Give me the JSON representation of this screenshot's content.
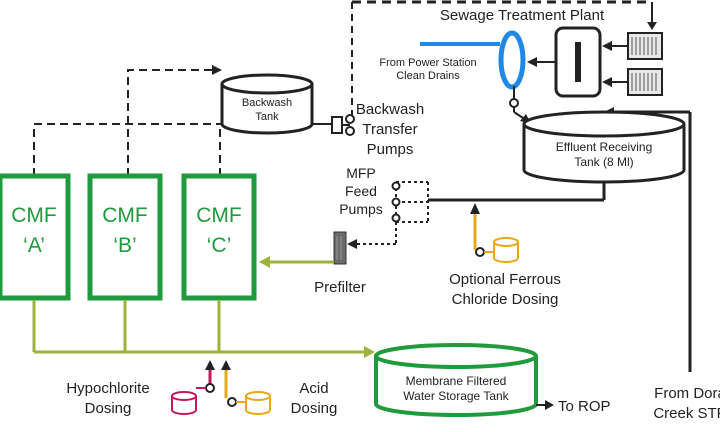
{
  "labels": {
    "sewage_treatment_plant": "Sewage Treatment Plant",
    "power_station_line1": "From Power Station",
    "power_station_line2": "Clean Drains",
    "backwash_tank_line1": "Backwash",
    "backwash_tank_line2": "Tank",
    "backwash_pumps_line1": "Backwash",
    "backwash_pumps_line2": "Transfer",
    "backwash_pumps_line3": "Pumps",
    "effluent_tank_line1": "Effluent Receiving",
    "effluent_tank_line2": "Tank (8 Ml)",
    "mfp_line1": "MFP",
    "mfp_line2": "Feed",
    "mfp_line3": "Pumps",
    "prefilter": "Prefilter",
    "ferrous_line1": "Optional Ferrous",
    "ferrous_line2": "Chloride Dosing",
    "hypochlorite_line1": "Hypochlorite",
    "hypochlorite_line2": "Dosing",
    "acid_line1": "Acid",
    "acid_line2": "Dosing",
    "storage_tank_line1": "Membrane Filtered",
    "storage_tank_line2": "Water Storage Tank",
    "to_rop": "To ROP",
    "dora_line1": "From Dora",
    "dora_line2": "Creek STP"
  },
  "filters": [
    {
      "line1": "CMF",
      "line2": "‘A’"
    },
    {
      "line1": "CMF",
      "line2": "‘B’"
    },
    {
      "line1": "CMF",
      "line2": "‘C’"
    }
  ],
  "colors": {
    "filter_green": "#1f9a3c",
    "filtered_water_line": "#9bb33a",
    "ferrous_dosing": "#e6a817",
    "hypochlorite_dosing": "#c2185b",
    "power_station_line": "#1e88e5",
    "process_line": "#222222"
  }
}
